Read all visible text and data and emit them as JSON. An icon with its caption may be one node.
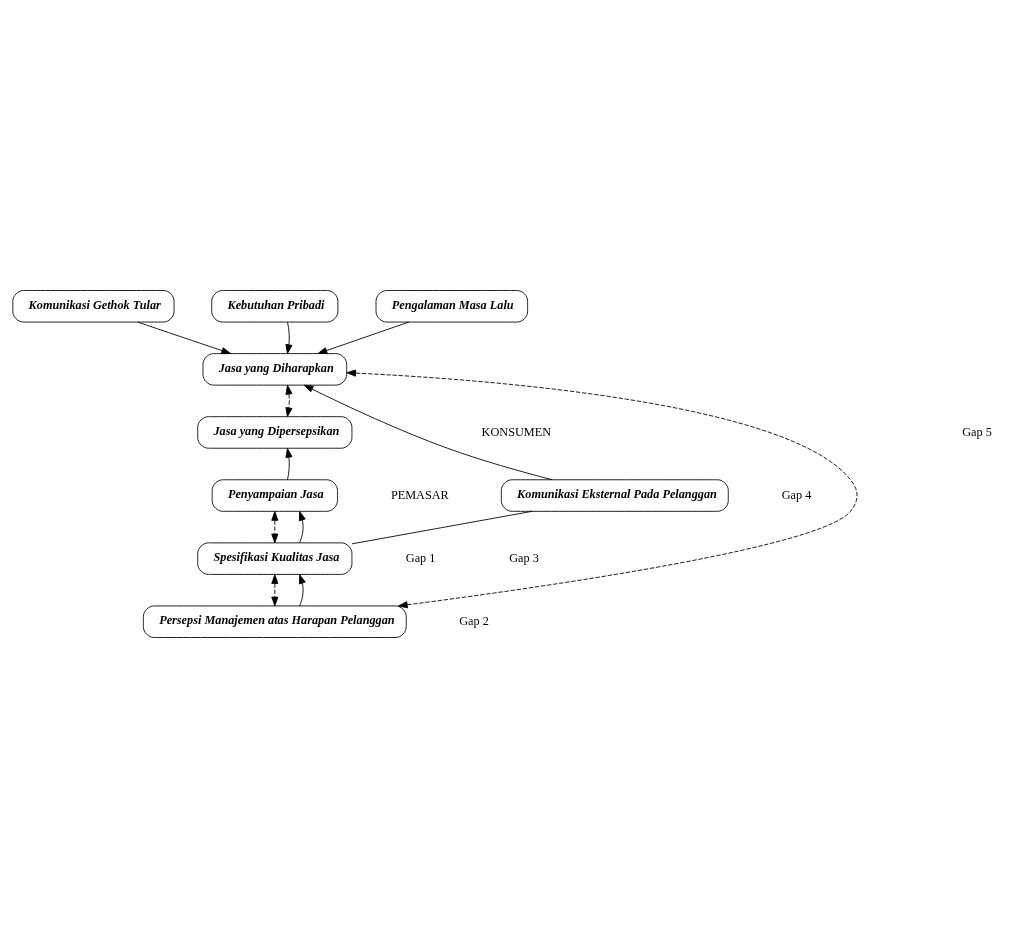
{
  "diagram": {
    "nodes": [
      {
        "text": [
          "Komunikasi Gethok Tular"
        ]
      },
      {
        "text": [
          "Kebutuhan Pribadi"
        ]
      },
      {
        "text": [
          "Pengalaman Masa Lalu"
        ]
      },
      {
        "text": [
          "Jasa yang Diharapkan"
        ]
      },
      {
        "text": [
          "Jasa yang Dipersepsikan"
        ]
      },
      {
        "text": [
          "Penyampaian Jasa"
        ]
      },
      {
        "text": [
          "Komunikasi Eksternal Pada Pelanggan"
        ]
      },
      {
        "text": [
          "Spesifikasi Kualitas Jasa"
        ]
      },
      {
        "text": [
          "Persepsi Manajemen atas Harapan Pelanggan"
        ]
      }
    ],
    "edges": [
      {
        "from": 0,
        "to": 3,
        "arrow": "to"
      },
      {
        "from": 1,
        "to": 3,
        "arrow": "to"
      },
      {
        "from": 2,
        "to": 3,
        "arrow": "to"
      },
      {
        "from": 3,
        "to": 4,
        "arrow": "both",
        "style": "dashed"
      },
      {
        "from": 5,
        "to": 4,
        "arrow": "to"
      },
      {
        "from": 6,
        "to": 3,
        "arrow": "to"
      },
      {
        "from": 5,
        "to": 7,
        "arrow": "both",
        "style": "dashed"
      },
      {
        "from": 7,
        "to": 5,
        "arrow": "to"
      },
      {
        "from": 7,
        "to": 6,
        "arrow": "none"
      },
      {
        "from": 7,
        "to": 8,
        "arrow": "both",
        "style": "dashed"
      },
      {
        "from": 8,
        "to": 7,
        "arrow": "to"
      },
      {
        "from": 8,
        "to": 3,
        "arrow": "both",
        "style": "dashed"
      }
    ],
    "labels": [
      "Gap 5",
      "KONSUMEN",
      "PEMASAR",
      "Gap 4",
      "Gap 1",
      "Gap 3",
      "Gap 2"
    ]
  }
}
